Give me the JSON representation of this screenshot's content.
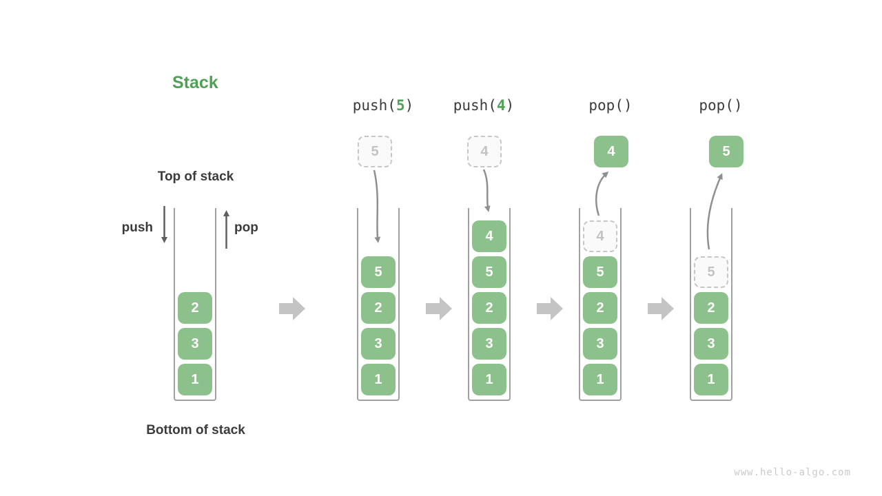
{
  "diagram": {
    "title": "Stack",
    "top_label": "Top of stack",
    "bottom_label": "Bottom of stack",
    "push_label": "push",
    "pop_label": "pop",
    "watermark": "www.hello-algo.com"
  },
  "operations": [
    {
      "pre": "push(",
      "arg": "5",
      "post": ")"
    },
    {
      "pre": "push(",
      "arg": "4",
      "post": ")"
    },
    {
      "pre": "pop()",
      "arg": "",
      "post": ""
    },
    {
      "pre": "pop()",
      "arg": "",
      "post": ""
    }
  ],
  "stacks": [
    {
      "cells": [
        {
          "value": "2",
          "type": "solid"
        },
        {
          "value": "3",
          "type": "solid"
        },
        {
          "value": "1",
          "type": "solid"
        }
      ]
    },
    {
      "cells": [
        {
          "value": "5",
          "type": "solid"
        },
        {
          "value": "2",
          "type": "solid"
        },
        {
          "value": "3",
          "type": "solid"
        },
        {
          "value": "1",
          "type": "solid"
        }
      ]
    },
    {
      "cells": [
        {
          "value": "4",
          "type": "solid"
        },
        {
          "value": "5",
          "type": "solid"
        },
        {
          "value": "2",
          "type": "solid"
        },
        {
          "value": "3",
          "type": "solid"
        },
        {
          "value": "1",
          "type": "solid"
        }
      ]
    },
    {
      "cells": [
        {
          "value": "4",
          "type": "ghost"
        },
        {
          "value": "5",
          "type": "solid"
        },
        {
          "value": "2",
          "type": "solid"
        },
        {
          "value": "3",
          "type": "solid"
        },
        {
          "value": "1",
          "type": "solid"
        }
      ]
    },
    {
      "cells": [
        {
          "value": "5",
          "type": "ghost"
        },
        {
          "value": "2",
          "type": "solid"
        },
        {
          "value": "3",
          "type": "solid"
        },
        {
          "value": "1",
          "type": "solid"
        }
      ]
    }
  ],
  "floating_cells": [
    {
      "value": "5",
      "type": "ghost"
    },
    {
      "value": "4",
      "type": "ghost"
    },
    {
      "value": "4",
      "type": "solid"
    },
    {
      "value": "5",
      "type": "solid"
    }
  ],
  "colors": {
    "cell_green": "#8CC18C",
    "accent_green": "#4EA155",
    "text_dark": "#3B3B3B",
    "wall_gray": "#A0A0A0",
    "arrow_gray": "#8F8F8F",
    "dark_arrow": "#5E5E5E",
    "block_arrow_gray": "#C4C4C4",
    "ghost_border": "#C6C6C6",
    "ghost_bg": "#FAFAFA",
    "ghost_text": "#C2C2C2",
    "watermark_gray": "#CACACA"
  }
}
